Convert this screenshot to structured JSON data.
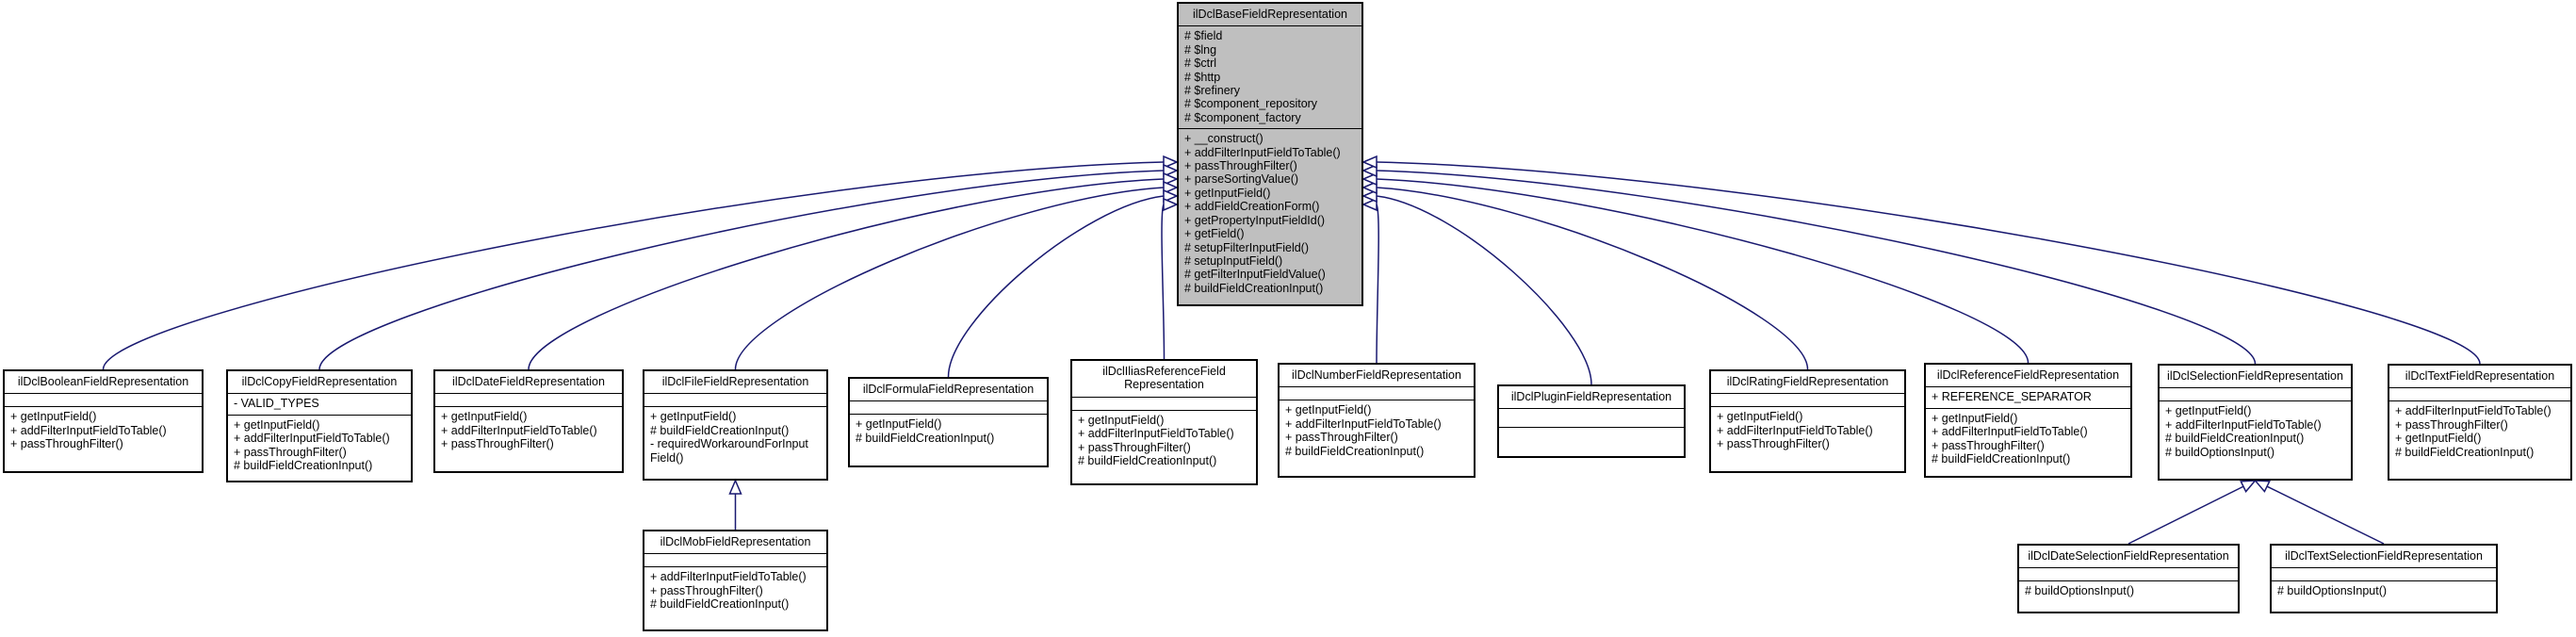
{
  "colors": {
    "edge": "#191970",
    "base_fill": "#bfbfbf",
    "node_fill": "#ffffff"
  },
  "classes": {
    "base": {
      "name": "ilDclBaseFieldRepresentation",
      "attrs": [
        "# $field",
        "# $lng",
        "# $ctrl",
        "# $http",
        "# $refinery",
        "# $component_repository",
        "# $component_factory"
      ],
      "ops": [
        "+ __construct()",
        "+ addFilterInputFieldToTable()",
        "+ passThroughFilter()",
        "+ parseSortingValue()",
        "+ getInputField()",
        "+ addFieldCreationForm()",
        "+ getPropertyInputFieldId()",
        "+ getField()",
        "# setupFilterInputField()",
        "# setupInputField()",
        "# getFilterInputFieldValue()",
        "# buildFieldCreationInput()"
      ]
    },
    "boolean": {
      "name": "ilDclBooleanFieldRepresentation",
      "attrs": [],
      "ops": [
        "+ getInputField()",
        "+ addFilterInputFieldToTable()",
        "+ passThroughFilter()"
      ]
    },
    "copy": {
      "name": "ilDclCopyFieldRepresentation",
      "attrs": [
        "- VALID_TYPES"
      ],
      "ops": [
        "+ getInputField()",
        "+ addFilterInputFieldToTable()",
        "+ passThroughFilter()",
        "# buildFieldCreationInput()"
      ]
    },
    "date": {
      "name": "ilDclDateFieldRepresentation",
      "attrs": [],
      "ops": [
        "+ getInputField()",
        "+ addFilterInputFieldToTable()",
        "+ passThroughFilter()"
      ]
    },
    "file": {
      "name": "ilDclFileFieldRepresentation",
      "attrs": [],
      "ops": [
        "+ getInputField()",
        "# buildFieldCreationInput()",
        "- requiredWorkaroundForInput",
        "Field()"
      ]
    },
    "formula": {
      "name": "ilDclFormulaFieldRepresentation",
      "attrs": [],
      "ops": [
        "+ getInputField()",
        "# buildFieldCreationInput()"
      ]
    },
    "ilias": {
      "name": "ilDclIliasReferenceField Representation",
      "attrs": [],
      "ops": [
        "+ getInputField()",
        "+ addFilterInputFieldToTable()",
        "+ passThroughFilter()",
        "# buildFieldCreationInput()"
      ]
    },
    "number": {
      "name": "ilDclNumberFieldRepresentation",
      "attrs": [],
      "ops": [
        "+ getInputField()",
        "+ addFilterInputFieldToTable()",
        "+ passThroughFilter()",
        "# buildFieldCreationInput()"
      ]
    },
    "plugin": {
      "name": "ilDclPluginFieldRepresentation",
      "attrs": [],
      "ops": []
    },
    "rating": {
      "name": "ilDclRatingFieldRepresentation",
      "attrs": [],
      "ops": [
        "+ getInputField()",
        "+ addFilterInputFieldToTable()",
        "+ passThroughFilter()"
      ]
    },
    "reference": {
      "name": "ilDclReferenceFieldRepresentation",
      "attrs": [
        "+ REFERENCE_SEPARATOR"
      ],
      "ops": [
        "+ getInputField()",
        "+ addFilterInputFieldToTable()",
        "+ passThroughFilter()",
        "# buildFieldCreationInput()"
      ]
    },
    "selection": {
      "name": "ilDclSelectionFieldRepresentation",
      "attrs": [],
      "ops": [
        "+ getInputField()",
        "+ addFilterInputFieldToTable()",
        "# buildFieldCreationInput()",
        "# buildOptionsInput()"
      ]
    },
    "text": {
      "name": "ilDclTextFieldRepresentation",
      "attrs": [],
      "ops": [
        "+ addFilterInputFieldToTable()",
        "+ passThroughFilter()",
        "+ getInputField()",
        "# buildFieldCreationInput()"
      ]
    },
    "mob": {
      "name": "ilDclMobFieldRepresentation",
      "attrs": [],
      "ops": [
        "+ addFilterInputFieldToTable()",
        "+ passThroughFilter()",
        "# buildFieldCreationInput()"
      ]
    },
    "dateselection": {
      "name": "ilDclDateSelectionFieldRepresentation",
      "attrs": [],
      "ops": [
        "# buildOptionsInput()"
      ]
    },
    "textselection": {
      "name": "ilDclTextSelectionFieldRepresentation",
      "attrs": [],
      "ops": [
        "# buildOptionsInput()"
      ]
    }
  },
  "inheritance": [
    [
      "boolean",
      "base"
    ],
    [
      "copy",
      "base"
    ],
    [
      "date",
      "base"
    ],
    [
      "file",
      "base"
    ],
    [
      "formula",
      "base"
    ],
    [
      "ilias",
      "base"
    ],
    [
      "number",
      "base"
    ],
    [
      "plugin",
      "base"
    ],
    [
      "rating",
      "base"
    ],
    [
      "reference",
      "base"
    ],
    [
      "selection",
      "base"
    ],
    [
      "text",
      "base"
    ],
    [
      "mob",
      "file"
    ],
    [
      "dateselection",
      "selection"
    ],
    [
      "textselection",
      "selection"
    ]
  ]
}
